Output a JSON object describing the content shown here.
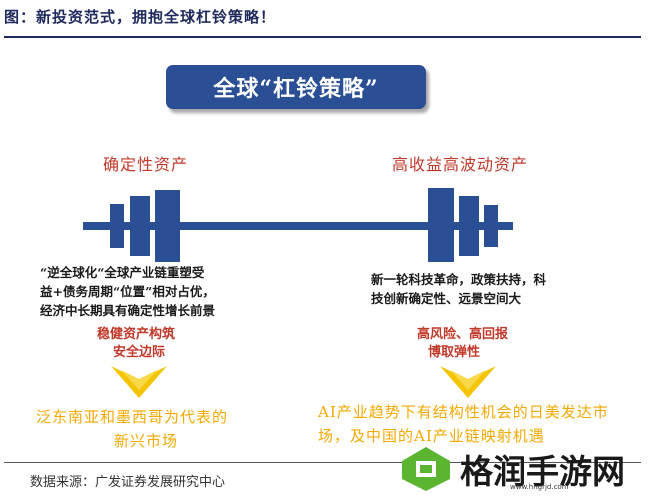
{
  "header": {
    "title": "图：新投资范式，拥抱全球杠铃策略！"
  },
  "banner": {
    "text": "全球“杠铃策略”"
  },
  "left": {
    "category": "确定性资产",
    "description": [
      "“逆全球化“全球产业链重塑受",
      "益+债务周期“位置”相对占优，",
      "经济中长期具有确定性增长前景"
    ],
    "tags": [
      "稳健资产构筑",
      "安全边际"
    ],
    "outcome": [
      "泛东南亚和墨西哥为代表的",
      "新兴市场"
    ]
  },
  "right": {
    "category": "高收益高波动资产",
    "description": [
      "新一轮科技革命，政策扶持，科",
      "技创新确定性、远景空间大"
    ],
    "tags": [
      "高风险、高回报",
      "博取弹性"
    ],
    "outcome": [
      "AI产业趋势下有结构性机会的日美发达市",
      "场，及中国的AI产业链映射机遇"
    ]
  },
  "footer": {
    "source": "数据来源：广发证券发展研究中心"
  },
  "watermark": {
    "text": "格润手游网",
    "url": "www.hngrjd.com"
  },
  "colors": {
    "bar": "#2a4f95",
    "accent_red": "#c0392b",
    "accent_gold": "#f4a900",
    "title_blue": "#1f2a5c"
  }
}
